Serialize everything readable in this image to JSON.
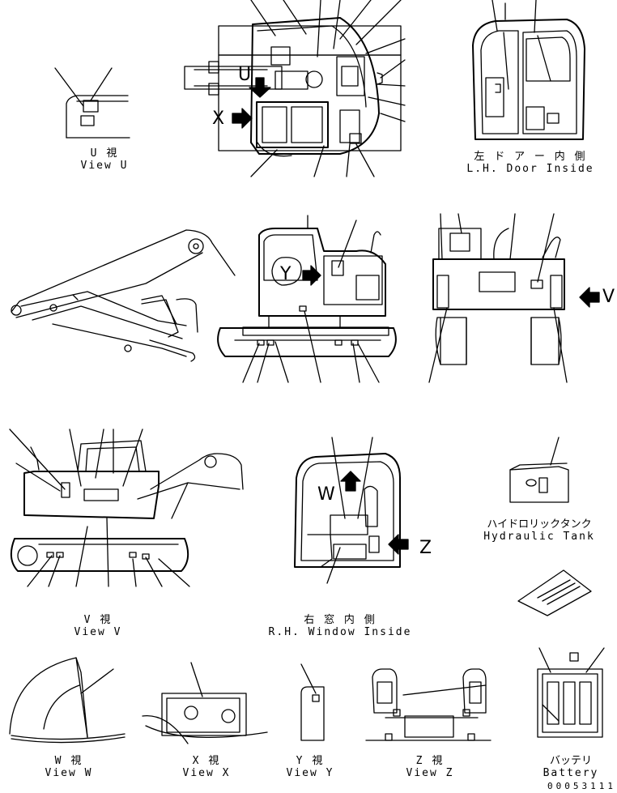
{
  "views": {
    "view_u": {
      "jp": "U 視",
      "en": "View U"
    },
    "door": {
      "jp": "左 ド ア ー 内 側",
      "en": "L.H. Door Inside"
    },
    "view_v": {
      "jp": "V 視",
      "en": "View V"
    },
    "rh_window": {
      "jp": "右 窓 内 側",
      "en": "R.H. Window Inside"
    },
    "hydraulic_tank": {
      "jp": "ハイドロリックタンク",
      "en": "Hydraulic Tank"
    },
    "view_w": {
      "jp": "W 視",
      "en": "View W"
    },
    "view_x": {
      "jp": "X 視",
      "en": "View X"
    },
    "view_y": {
      "jp": "Y 視",
      "en": "View Y"
    },
    "view_z": {
      "jp": "Z 視",
      "en": "View Z"
    },
    "battery": {
      "jp": "バッテリ",
      "en": "Battery"
    }
  },
  "arrow_letters": {
    "u": "U",
    "x": "X",
    "y": "Y",
    "v": "V",
    "w": "W",
    "z": "Z"
  },
  "part_code": "00053111"
}
